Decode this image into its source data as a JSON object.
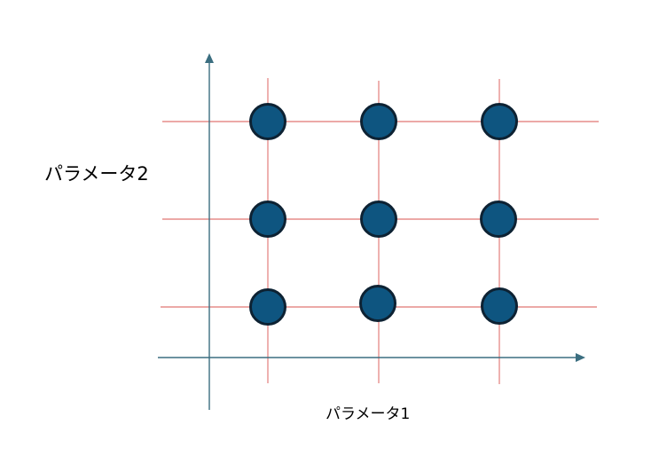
{
  "diagram": {
    "x_axis_label": "パラメータ1",
    "y_axis_label": "パラメータ2",
    "grid": {
      "columns": 3,
      "rows": 3,
      "description_points": 9
    },
    "colors": {
      "axis": "#3b6e80",
      "grid_lines": "#d9534f",
      "point_fill": "#0e5580",
      "point_stroke": "#0d2233"
    }
  }
}
